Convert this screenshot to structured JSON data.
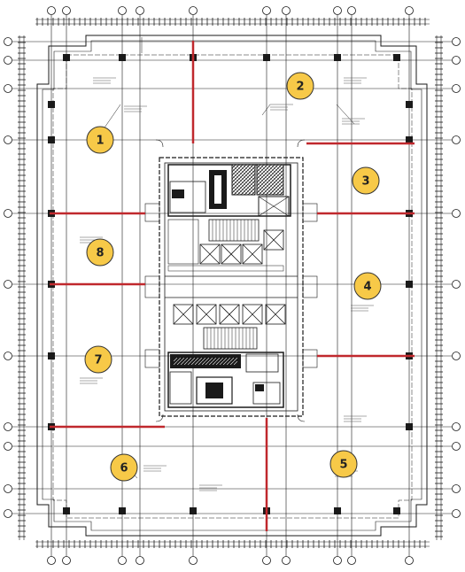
{
  "drawing": {
    "description_free": true,
    "colors": {
      "background": "#ffffff",
      "line": "#1a1a1a",
      "partition": "#c0282d",
      "marker_fill": "#f7c948",
      "marker_stroke": "#333333"
    }
  },
  "zones": [
    {
      "id": "1",
      "label": "1"
    },
    {
      "id": "2",
      "label": "2"
    },
    {
      "id": "3",
      "label": "3"
    },
    {
      "id": "4",
      "label": "4"
    },
    {
      "id": "5",
      "label": "5"
    },
    {
      "id": "6",
      "label": "6"
    },
    {
      "id": "7",
      "label": "7"
    },
    {
      "id": "8",
      "label": "8"
    }
  ]
}
